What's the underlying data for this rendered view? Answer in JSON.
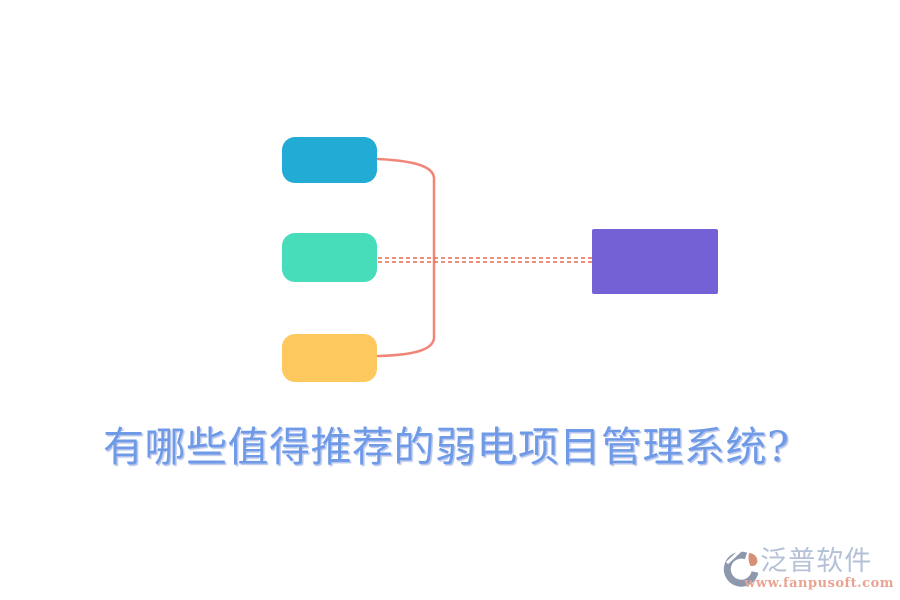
{
  "title": {
    "text": "有哪些值得推荐的弱电项目管理系统?",
    "color": "#6f9ae8"
  },
  "diagram": {
    "branch_nodes": [
      {
        "id": "top-branch",
        "color": "#22abd4"
      },
      {
        "id": "middle-branch",
        "color": "#47dcba"
      },
      {
        "id": "bottom-branch",
        "color": "#fdc95f"
      }
    ],
    "target_node": {
      "id": "result",
      "color": "#7561d6"
    },
    "solid_connector_color": "#f08578",
    "dashed_connector_color": "#e96a4c"
  },
  "watermark": {
    "brand": "泛普软件",
    "url": "www.fanpusoft.com",
    "brand_color": "#b4c1d6",
    "url_color": "#e8a492",
    "icon_gray": "#8d98ae",
    "icon_red": "#d79076"
  }
}
